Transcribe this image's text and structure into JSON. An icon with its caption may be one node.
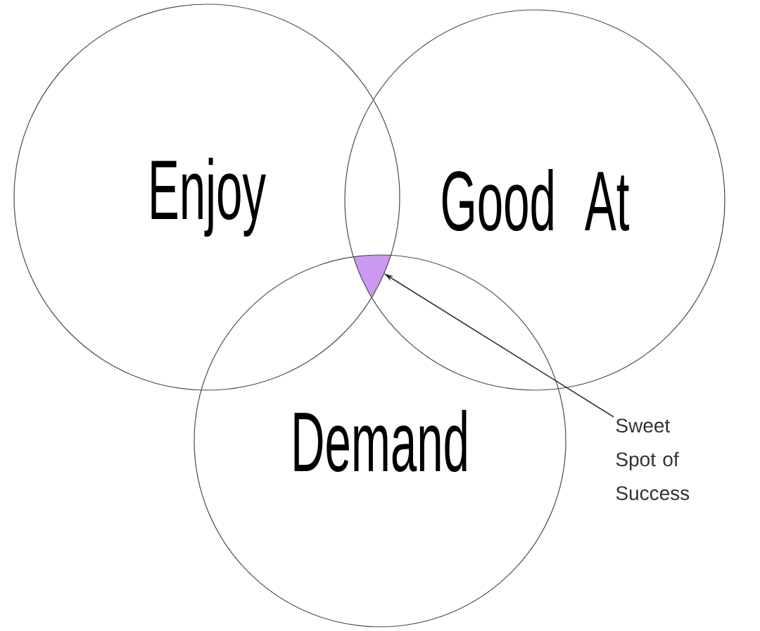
{
  "diagram": {
    "nodes": [
      {
        "text": [
          "Enjoy"
        ]
      },
      {
        "text": [
          "Good At"
        ]
      },
      {
        "text": [
          "Demand"
        ]
      },
      {
        "text": [
          "Sweet Spot of Success"
        ]
      },
      {
        "text": [],
        "shape": "wedge"
      }
    ],
    "edges": [
      {
        "from": 3,
        "to": 4,
        "arrow": "to"
      }
    ]
  }
}
